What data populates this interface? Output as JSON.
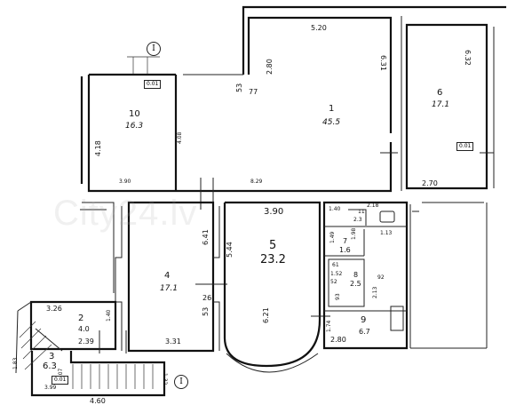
{
  "rooms": [
    {
      "number": "1",
      "area": "45.5"
    },
    {
      "number": "2",
      "area": "4.0"
    },
    {
      "number": "3",
      "area": "6.3"
    },
    {
      "number": "4",
      "area": "17.1"
    },
    {
      "number": "5",
      "area": "23.2"
    },
    {
      "number": "6",
      "area": "17.1"
    },
    {
      "number": "7",
      "area": "1.6"
    },
    {
      "number": "8",
      "area": "2.5"
    },
    {
      "number": "9",
      "area": "6.7"
    },
    {
      "number": "10",
      "area": "16.3"
    },
    {
      "number": "11",
      "area": "2.3"
    }
  ],
  "dimensions": [
    "5.20",
    "6.31",
    "2.80",
    "77",
    "53",
    "4.18",
    "3.90",
    "4.08",
    "8.29",
    "6.32",
    "2.70",
    "6.41",
    "5.44",
    "3.90",
    "26",
    "53",
    "6.21",
    "3.31",
    "3.26",
    "1.40",
    "2.39",
    "1.83",
    "1.07",
    "3.99",
    "4.60",
    "1.32",
    "1.40",
    "1.98",
    "2.18",
    "1.13",
    "1.49",
    "1.52",
    "93",
    "2.13",
    "1.74",
    "2.80",
    "61",
    "52",
    "92"
  ],
  "tags": [
    "0.01",
    "0.01",
    "0.01"
  ],
  "axes": [
    "I",
    "I"
  ],
  "watermark": "City24.lv"
}
